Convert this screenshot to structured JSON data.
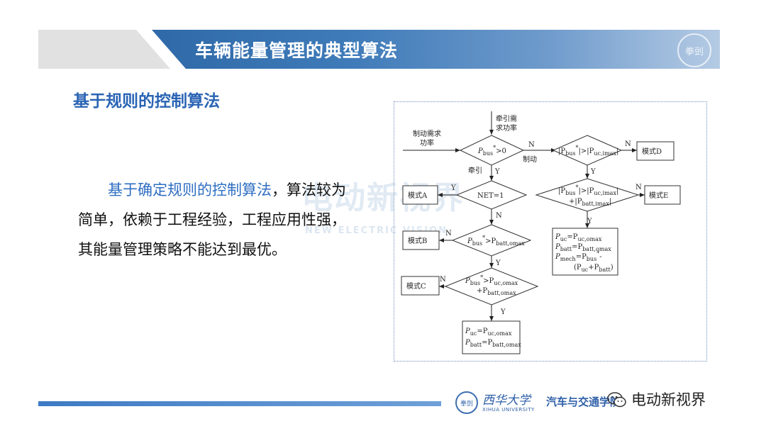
{
  "header": {
    "title": "车辆能量管理的典型算法",
    "seal_text": "拳剅"
  },
  "section": {
    "title": "基于规则的控制算法"
  },
  "body": {
    "emphasis": "基于确定规则的控制算法",
    "rest": "，算法较为简单，依赖于工程经验，工程应用性强，其能量管理策略不能达到最优。"
  },
  "watermark": {
    "main": "电动新视界",
    "sub": "NEW ELECTRIC VISION"
  },
  "flowchart": {
    "input_traction": [
      "牵引需",
      "求功率"
    ],
    "input_braking": [
      "制动需求",
      "功率"
    ],
    "d1": {
      "line1": "P",
      "sub1": "bus",
      "sup1": "*",
      "rest1": ">0"
    },
    "label_traction": "牵引",
    "label_braking": "制动",
    "d2": "NET=1",
    "d3": {
      "p": "P",
      "sub": "bus",
      "sup": "*",
      "gt": ">P",
      "sub2": "batt,omax"
    },
    "d4": {
      "l1_p": "P",
      "l1_sub": "bus",
      "l1_sup": "*",
      "l1_gt": ">P",
      "l1_sub2": "uc,omax",
      "l2_plus": "+P",
      "l2_sub": "batt,omax"
    },
    "d5": {
      "l1": "|P",
      "sub1": "bus",
      "sup1": "*",
      "mid": "|>|P",
      "sub2": "uc,imax",
      "end": "|"
    },
    "d6": {
      "l1": "|P",
      "sub1": "bus",
      "sup1": "*",
      "mid": "|>|P",
      "sub2": "uc,imax",
      "end": "|",
      "l2_plus": "+|P",
      "l2_sub": "batt,imax",
      "l2_end": "|"
    },
    "mode_a": "模式A",
    "mode_b": "模式B",
    "mode_c": "模式C",
    "mode_d": "模式D",
    "mode_e": "模式E",
    "yes": "Y",
    "no": "N",
    "box_left": {
      "r1": {
        "p": "P",
        "sub": "uc",
        "eq": "=P",
        "sub2": "uc,omax"
      },
      "r2": {
        "p": "P",
        "sub": "batt",
        "eq": "=P",
        "sub2": "batt,omax"
      }
    },
    "box_right": {
      "r1": {
        "p": "P",
        "sub": "uc",
        "eq": "=P",
        "sub2": "uc,omax"
      },
      "r2": {
        "p": "P",
        "sub": "batt",
        "eq": "=P",
        "sub2": "batt,omax"
      },
      "r3": {
        "p": "P",
        "sub": "mech",
        "eq": "=P",
        "sub2": "bus",
        "sup2": "*",
        "tail": "-"
      },
      "r4": {
        "open": "(P",
        "sub": "uc",
        "plus": "+P",
        "sub2": "batt",
        "close": ")"
      }
    }
  },
  "footer": {
    "seal_text": "拳剅",
    "university_cn": "西华大学",
    "university_en": "XIHUA UNIVERSITY",
    "college": "汽车与交通学院",
    "brand": "电动新视界"
  }
}
